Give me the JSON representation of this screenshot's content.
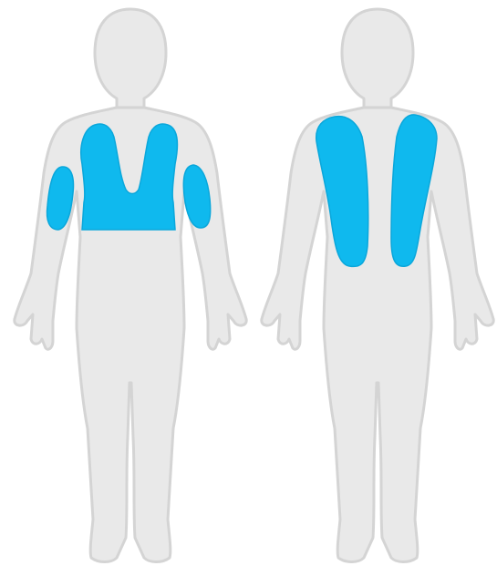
{
  "colors": {
    "background": "#ffffff",
    "body_fill": "#e9e9e9",
    "body_outline": "#d4d4d4",
    "highlight": "#0fb9ee",
    "highlight_outline": "#0aa7db"
  },
  "figures": [
    {
      "view": "front",
      "highlighted_regions": [
        "left-upper-arm",
        "left-chest",
        "right-chest",
        "right-upper-arm"
      ]
    },
    {
      "view": "back",
      "highlighted_regions": [
        "left-back",
        "right-back"
      ]
    }
  ]
}
